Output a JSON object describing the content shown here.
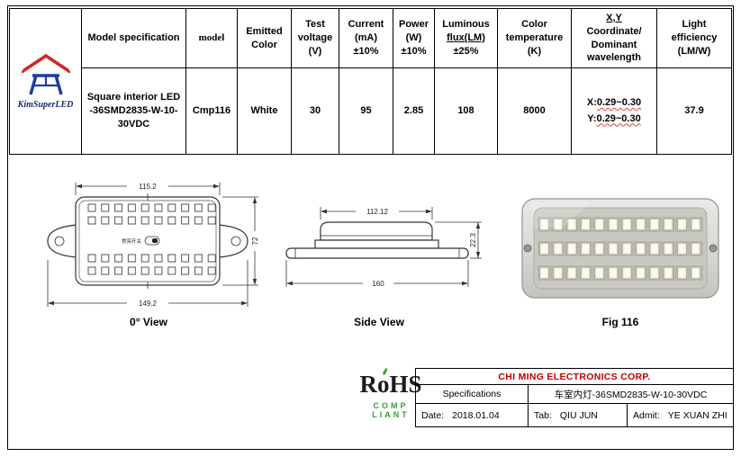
{
  "colors": {
    "company_red": "#c00000",
    "rohs_green": "#3c9a3c",
    "logo_red": "#d6251d",
    "logo_blue": "#1f3f97"
  },
  "brand": {
    "name": "KimSuperLED"
  },
  "spec_table": {
    "headers": {
      "model_specification": "Model specification",
      "model": "model",
      "emitted_color": "Emitted Color",
      "test_voltage": "Test voltage (V)",
      "current": "Current (mA) ±10%",
      "power": "Power (W) ±10%",
      "luminous_line1": "Luminous",
      "luminous_line2": "flux(LM)",
      "luminous_line3": "±25%",
      "color_temperature": "Color temperature (K)",
      "xy_line1": "X,Y",
      "xy_line2": "Coordinate/",
      "xy_line3": "Dominant",
      "xy_line4": "wavelength",
      "light_efficiency": "Light efficiency (LM/W)"
    },
    "row": {
      "model_specification": "Square interior LED -36SMD2835-W-10-30VDC",
      "model": "Cmp116",
      "emitted_color": "White",
      "test_voltage": "30",
      "current": "95",
      "power": "2.85",
      "luminous_flux": "108",
      "color_temperature": "8000",
      "xy_x_prefix": "X:",
      "xy_x_value": "0.29~0.30",
      "xy_y_prefix": "Y:",
      "xy_y_value": "0.29~0.30",
      "light_efficiency": "37.9"
    }
  },
  "drawings": {
    "front_view": {
      "caption": "0° View",
      "dim_top_width": "115.2",
      "dim_bottom_width": "149.2",
      "dim_height": "72",
      "switch_label": "常亮开关"
    },
    "side_view": {
      "caption": "Side View",
      "dim_top_width": "112.12",
      "dim_bottom_width": "160",
      "dim_height": "22.3"
    },
    "photo": {
      "caption": "Fig 116"
    }
  },
  "rohs": {
    "r": "R",
    "o": "o",
    "hs": "HS",
    "subtitle": "COMP LIANT"
  },
  "footer": {
    "company": "CHI MING ELECTRONICS CORP.",
    "spec_label": "Specifications",
    "product_name": "车室内灯-36SMD2835-W-10-30VDC",
    "date_label": "Date:",
    "date_value": "2018.01.04",
    "tab_label": "Tab:",
    "tab_value": "QIU JUN",
    "admit_label": "Admit:",
    "admit_value": "YE XUAN ZHI"
  }
}
